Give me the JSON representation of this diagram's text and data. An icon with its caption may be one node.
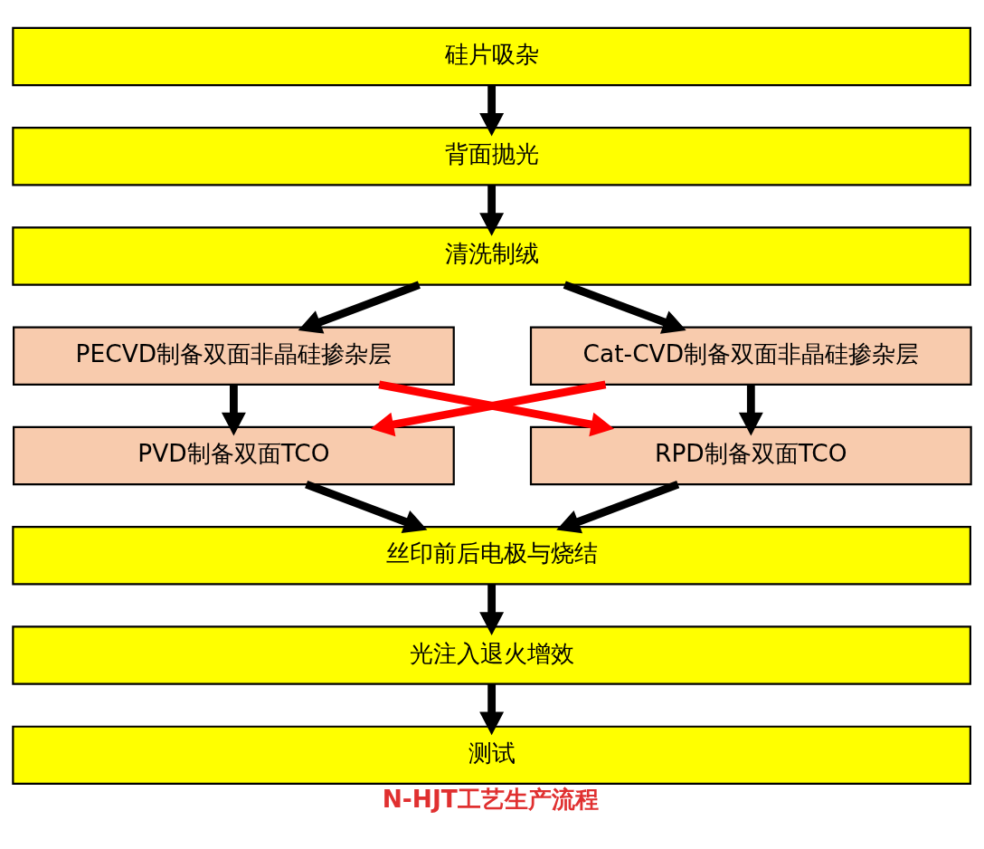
{
  "diagram": {
    "caption": "N-HJT工艺生产流程",
    "nodes": [
      {
        "text": [
          "硅片吸杂"
        ]
      },
      {
        "text": [
          "背面抛光"
        ]
      },
      {
        "text": [
          "清洗制绒"
        ]
      },
      {
        "text": [
          "PECVD制备双面非晶硅掺杂层"
        ]
      },
      {
        "text": [
          "Cat-CVD制备双面非晶硅掺杂层"
        ]
      },
      {
        "text": [
          "PVD制备双面TCO"
        ]
      },
      {
        "text": [
          "RPD制备双面TCO"
        ]
      },
      {
        "text": [
          "丝印前后电极与烧结"
        ]
      },
      {
        "text": [
          "光注入退火增效"
        ]
      },
      {
        "text": [
          "测试"
        ]
      }
    ],
    "edges": [
      {
        "from": 0,
        "to": 1,
        "arrow": "to"
      },
      {
        "from": 1,
        "to": 2,
        "arrow": "to"
      },
      {
        "from": 2,
        "to": 3,
        "arrow": "to"
      },
      {
        "from": 2,
        "to": 4,
        "arrow": "to"
      },
      {
        "from": 3,
        "to": 5,
        "arrow": "to"
      },
      {
        "from": 4,
        "to": 6,
        "arrow": "to"
      },
      {
        "from": 4,
        "to": 5,
        "arrow": "to",
        "color": "#ff0000"
      },
      {
        "from": 3,
        "to": 6,
        "arrow": "to",
        "color": "#ff0000"
      },
      {
        "from": 5,
        "to": 7,
        "arrow": "to"
      },
      {
        "from": 6,
        "to": 7,
        "arrow": "to"
      },
      {
        "from": 7,
        "to": 8,
        "arrow": "to"
      },
      {
        "from": 8,
        "to": 9,
        "arrow": "to"
      }
    ]
  }
}
